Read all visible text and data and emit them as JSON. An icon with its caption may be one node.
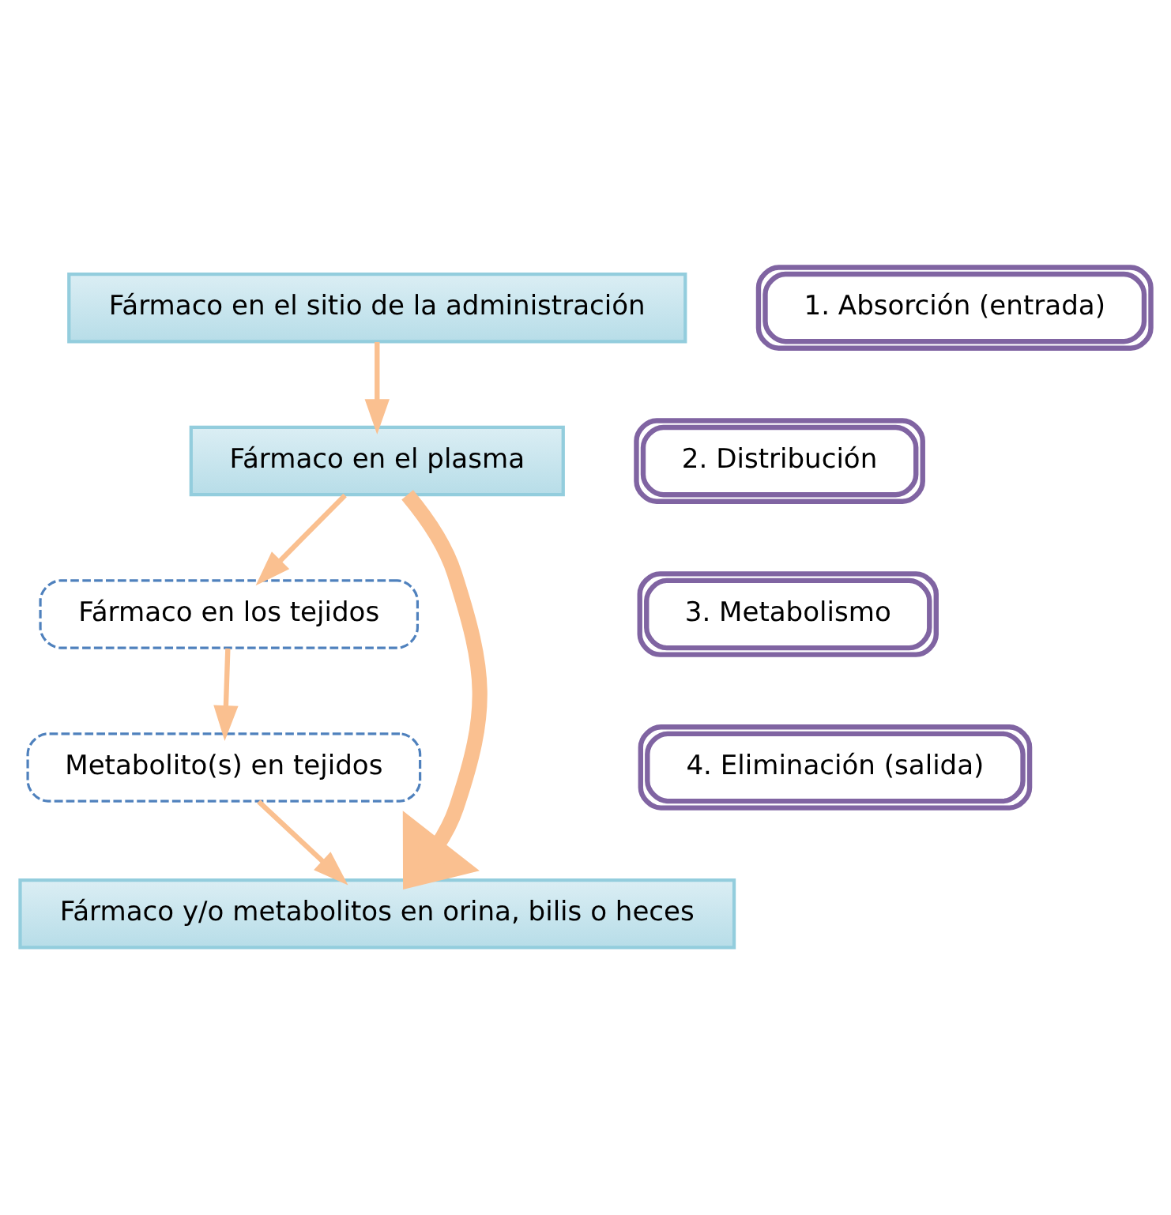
{
  "diagram": {
    "nodes": [
      {
        "text": [
          "Fármaco en el sitio de la administración"
        ]
      },
      {
        "text": [
          "1. Absorción (entrada)"
        ]
      },
      {
        "text": [
          "Fármaco en el plasma"
        ]
      },
      {
        "text": [
          "2. Distribución"
        ]
      },
      {
        "text": [
          "Fármaco en los tejidos"
        ]
      },
      {
        "text": [
          "3. Metabolismo"
        ]
      },
      {
        "text": [
          "Metabolito(s) en tejidos"
        ]
      },
      {
        "text": [
          "4. Eliminación (salida)"
        ]
      },
      {
        "text": [
          "Fármaco y/o metabolitos en orina, bilis o heces"
        ]
      }
    ],
    "edges": [
      {
        "from": 0,
        "to": 2,
        "arrow": "to"
      },
      {
        "from": 2,
        "to": 4,
        "arrow": "to"
      },
      {
        "from": 4,
        "to": 6,
        "arrow": "to"
      },
      {
        "from": 6,
        "to": 8,
        "arrow": "to"
      },
      {
        "from": 2,
        "to": 8,
        "arrow": "to",
        "style": "thick"
      }
    ]
  }
}
